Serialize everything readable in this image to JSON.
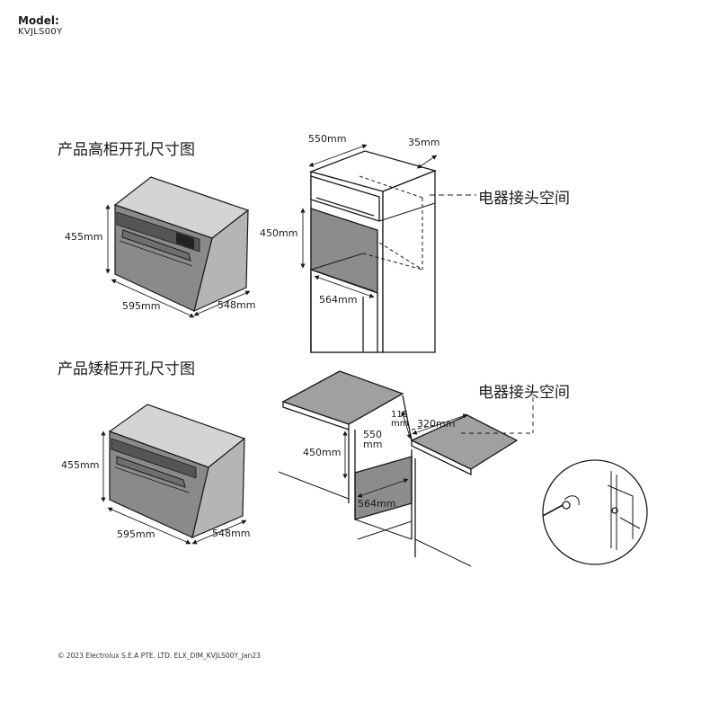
{
  "model": {
    "label": "Model:",
    "value": "KVJLS00Y"
  },
  "tall_cabinet": {
    "title": "产品高柜开孔尺寸图",
    "product_dims": {
      "height": "455mm",
      "width": "595mm",
      "depth": "548mm"
    },
    "cutout_dims": {
      "width": "550mm",
      "depth": "35mm",
      "height": "450mm",
      "inner_depth": "564mm"
    },
    "callout": "电器接头空间"
  },
  "base_cabinet": {
    "title": "产品矮柜开孔尺寸图",
    "product_dims": {
      "height": "455mm",
      "width": "595mm",
      "depth": "548mm"
    },
    "cutout_dims": {
      "height": "450mm",
      "width_line1": "550",
      "width_line2": "mm",
      "top_gap_line1": "115",
      "top_gap_line2": "mm",
      "side_space": "320mm",
      "inner_depth": "564mm"
    },
    "callout": "电器接头空间"
  },
  "footer": "© 2023 Electrolux S.E.A PTE. LTD.  ELX_DIM_KVJLS00Y_Jan23"
}
